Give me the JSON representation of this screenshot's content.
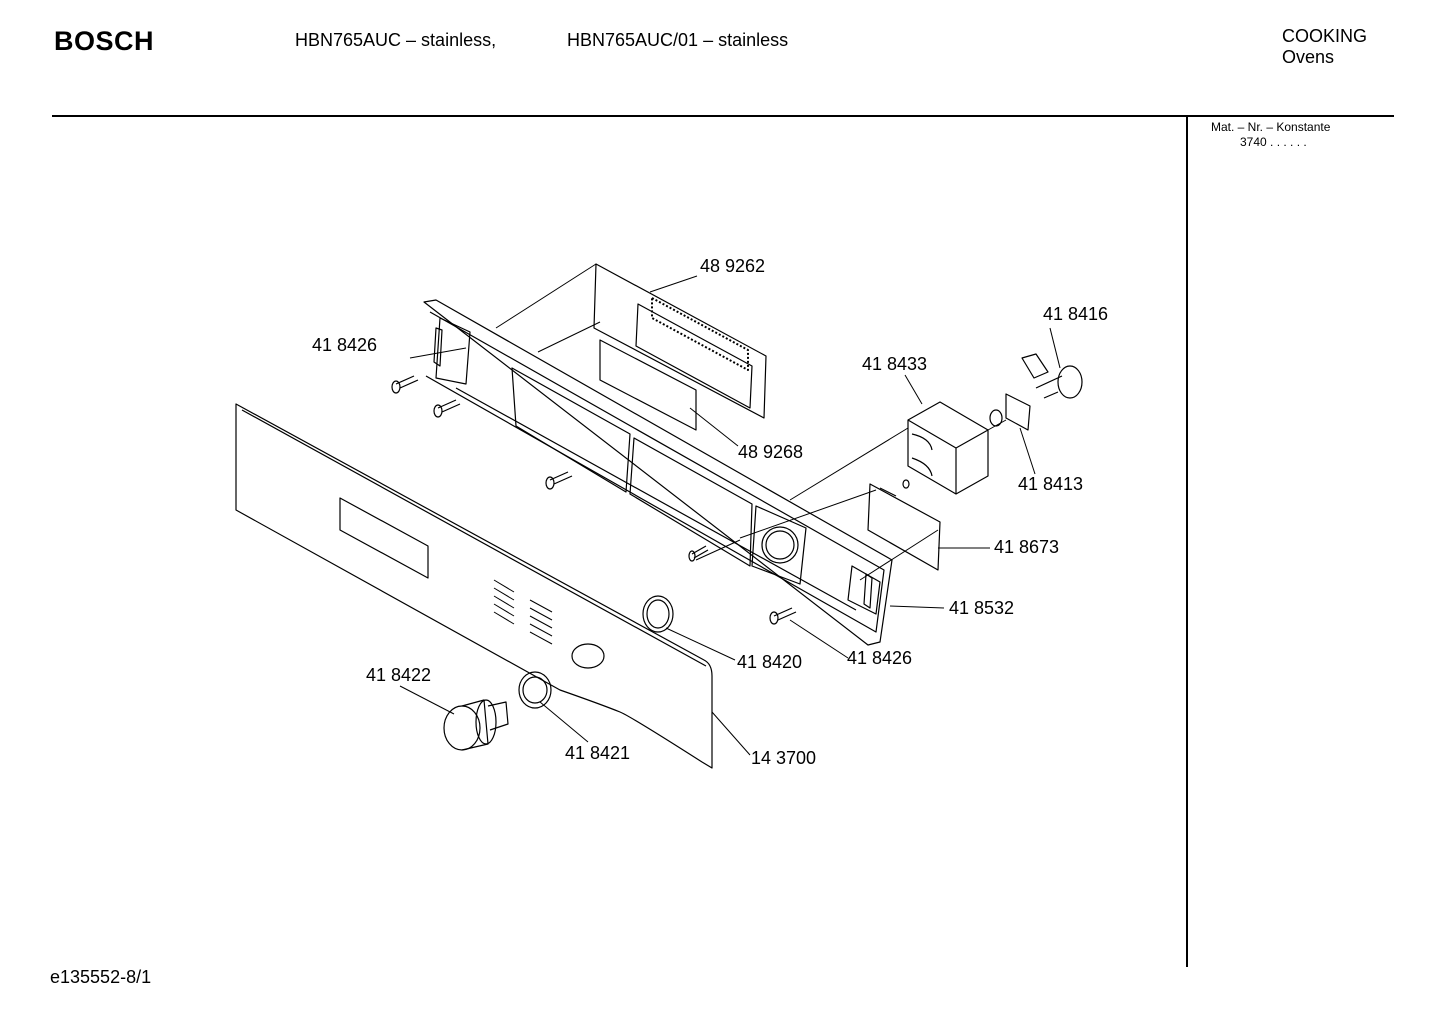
{
  "header": {
    "brand": "BOSCH",
    "model_1": "HBN765AUC – stainless,",
    "model_2": "HBN765AUC/01 – stainless",
    "category_line1": "COOKING",
    "category_line2": "Ovens"
  },
  "sidebar": {
    "mat_label": "Mat. – Nr. – Konstante",
    "mat_value": "3740  .   .   .  .  .  ."
  },
  "parts": {
    "p489262": "48 9262",
    "p418426a": "41 8426",
    "p418416": "41 8416",
    "p418433": "41 8433",
    "p489268": "48 9268",
    "p418413": "41 8413",
    "p418673": "41 8673",
    "p418532": "41 8532",
    "p418426b": "41 8426",
    "p418420": "41 8420",
    "p418422": "41 8422",
    "p418421": "41 8421",
    "p143700": "14 3700"
  },
  "footer": {
    "doc_id": "e135552-8/1"
  }
}
